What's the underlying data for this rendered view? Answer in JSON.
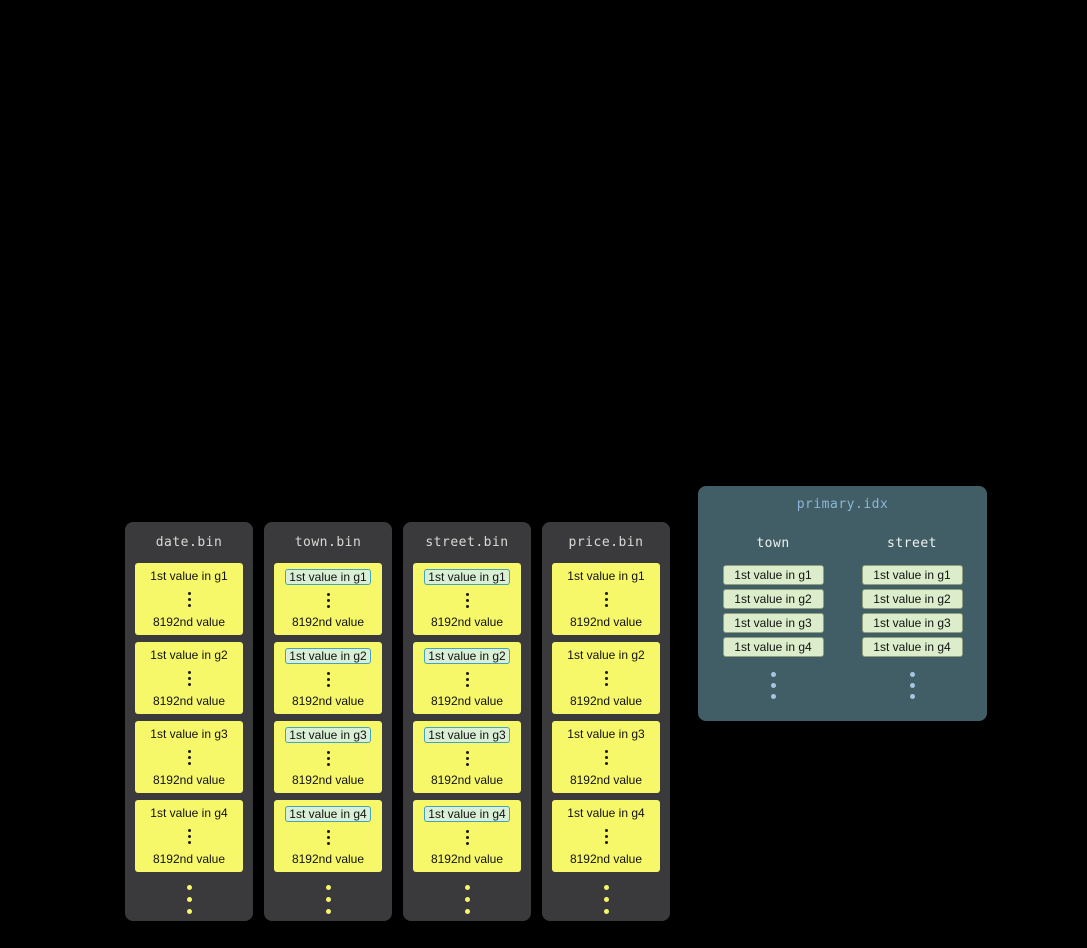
{
  "background": "#000000",
  "colors": {
    "bin_column_bg": "#3a3a3c",
    "granule_bg": "#f7f76a",
    "highlight_bg": "#d9efd6",
    "highlight_border": "#44a3bb",
    "index_panel_bg": "#415d66",
    "index_entry_bg": "#dcedcb",
    "index_entry_border": "#90a07c",
    "index_title_color": "#8cb6d9",
    "index_dots_color": "#a3c6e3",
    "column_dots_color": "#f7f76a"
  },
  "bin_files": [
    {
      "title": "date.bin",
      "highlighted": false,
      "granules": [
        {
          "first": "1st value in g1",
          "last": "8192nd value"
        },
        {
          "first": "1st value in g2",
          "last": "8192nd value"
        },
        {
          "first": "1st value in g3",
          "last": "8192nd value"
        },
        {
          "first": "1st value in g4",
          "last": "8192nd value"
        }
      ]
    },
    {
      "title": "town.bin",
      "highlighted": true,
      "granules": [
        {
          "first": "1st value in g1",
          "last": "8192nd value"
        },
        {
          "first": "1st value in g2",
          "last": "8192nd value"
        },
        {
          "first": "1st value in g3",
          "last": "8192nd value"
        },
        {
          "first": "1st value in g4",
          "last": "8192nd value"
        }
      ]
    },
    {
      "title": "street.bin",
      "highlighted": true,
      "granules": [
        {
          "first": "1st value in g1",
          "last": "8192nd value"
        },
        {
          "first": "1st value in g2",
          "last": "8192nd value"
        },
        {
          "first": "1st value in g3",
          "last": "8192nd value"
        },
        {
          "first": "1st value in g4",
          "last": "8192nd value"
        }
      ]
    },
    {
      "title": "price.bin",
      "highlighted": false,
      "granules": [
        {
          "first": "1st value in g1",
          "last": "8192nd value"
        },
        {
          "first": "1st value in g2",
          "last": "8192nd value"
        },
        {
          "first": "1st value in g3",
          "last": "8192nd value"
        },
        {
          "first": "1st value in g4",
          "last": "8192nd value"
        }
      ]
    }
  ],
  "index": {
    "title": "primary.idx",
    "columns": [
      {
        "header": "town",
        "entries": [
          "1st value in g1",
          "1st value in g2",
          "1st value in g3",
          "1st value in g4"
        ]
      },
      {
        "header": "street",
        "entries": [
          "1st value in g1",
          "1st value in g2",
          "1st value in g3",
          "1st value in g4"
        ]
      }
    ]
  }
}
